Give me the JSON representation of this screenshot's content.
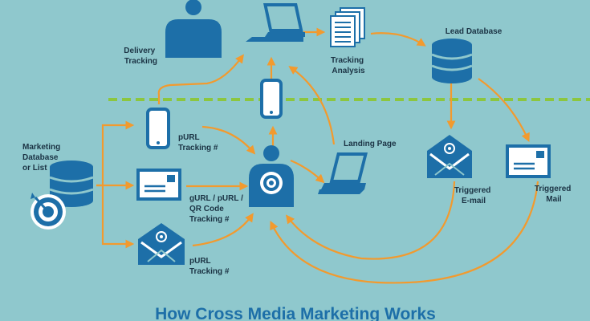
{
  "title": "How Cross Media Marketing Works",
  "labels": {
    "delivery_tracking": [
      "Delivery",
      "Tracking"
    ],
    "tracking_analysis": [
      "Tracking",
      "Analysis"
    ],
    "lead_database": "Lead Database",
    "marketing_database": [
      "Marketing",
      "Database",
      "or List"
    ],
    "purl_tracking_1": [
      "pURL",
      "Tracking #"
    ],
    "gurl_tracking": [
      "gURL / pURL /",
      "QR Code",
      "Tracking #"
    ],
    "purl_tracking_2": [
      "pURL",
      "Tracking #"
    ],
    "landing_page": "Landing Page",
    "triggered_email": [
      "Triggered",
      "E-mail"
    ],
    "triggered_mail": [
      "Triggered",
      "Mail"
    ]
  },
  "icons": {
    "person_top": "person-icon",
    "laptop_top": "laptop-icon",
    "documents": "documents-icon",
    "database_lead": "database-icon",
    "database_marketing": "database-icon",
    "target": "target-icon",
    "phone_left": "phone-icon",
    "phone_center": "phone-icon",
    "postcard_left": "postcard-icon",
    "email_left": "email-envelope-icon",
    "person_target": "targeted-person-icon",
    "laptop_landing": "laptop-icon",
    "email_triggered": "email-envelope-icon",
    "postcard_triggered": "postcard-icon"
  },
  "colors": {
    "background": "#8fc8cd",
    "icon": "#1d6fa8",
    "arrow": "#f29a2e",
    "divider": "#8cc63f",
    "title": "#1d6fa8",
    "label": "#1b3344"
  }
}
